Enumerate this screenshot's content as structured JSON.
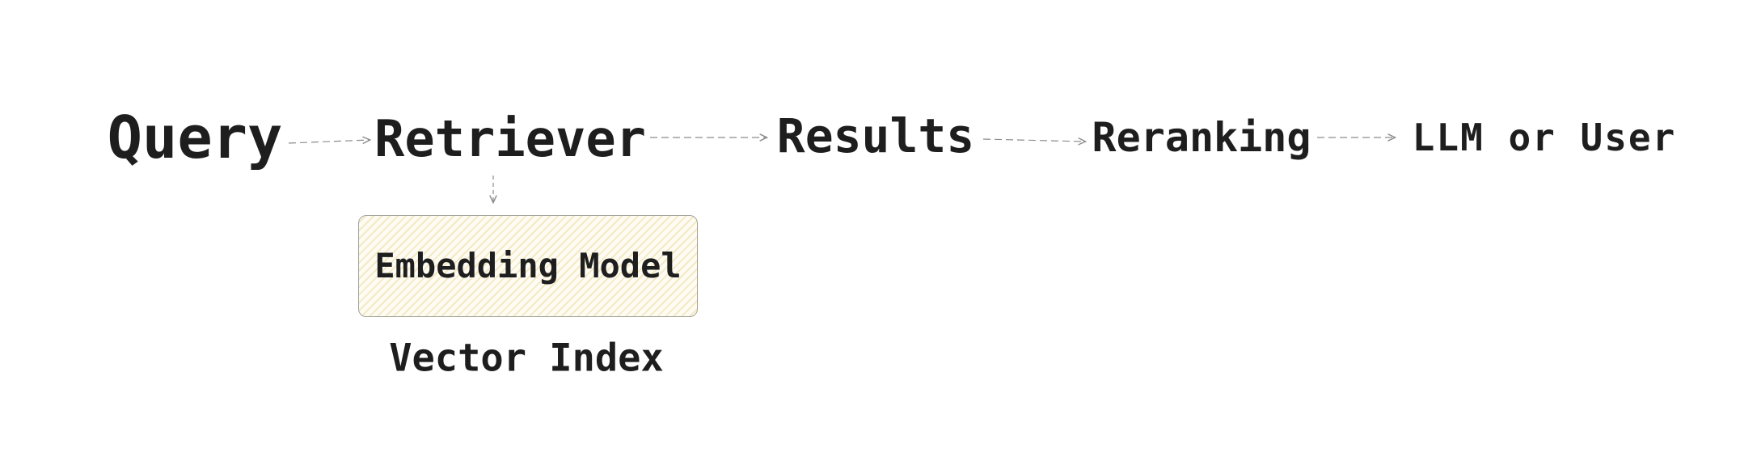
{
  "colors": {
    "background": "#ffffff",
    "text": "#1e1e1e",
    "connector": "#8c8c8c",
    "box-fill": "#fefcf2",
    "box-hatch": "#f4e9c6",
    "box-border": "#a4a399"
  },
  "diagram": {
    "type": "flow-diagram",
    "nodes": [
      {
        "id": "query",
        "label": "Query"
      },
      {
        "id": "retriever",
        "label": "Retriever"
      },
      {
        "id": "results",
        "label": "Results"
      },
      {
        "id": "reranking",
        "label": "Reranking"
      },
      {
        "id": "llm_or_user",
        "label": "LLM or User"
      },
      {
        "id": "embedding_model",
        "label": "Embedding Model",
        "shape": "hatched-box"
      },
      {
        "id": "vector_index",
        "label": "Vector Index"
      }
    ],
    "edges": [
      {
        "from": "query",
        "to": "retriever",
        "style": "dashed-arrow",
        "direction": "right"
      },
      {
        "from": "retriever",
        "to": "results",
        "style": "dashed-arrow",
        "direction": "right"
      },
      {
        "from": "results",
        "to": "reranking",
        "style": "dashed-arrow",
        "direction": "right"
      },
      {
        "from": "reranking",
        "to": "llm_or_user",
        "style": "dashed-arrow",
        "direction": "right"
      },
      {
        "from": "retriever",
        "to": "embedding_model",
        "style": "dashed-arrow",
        "direction": "down"
      }
    ]
  }
}
